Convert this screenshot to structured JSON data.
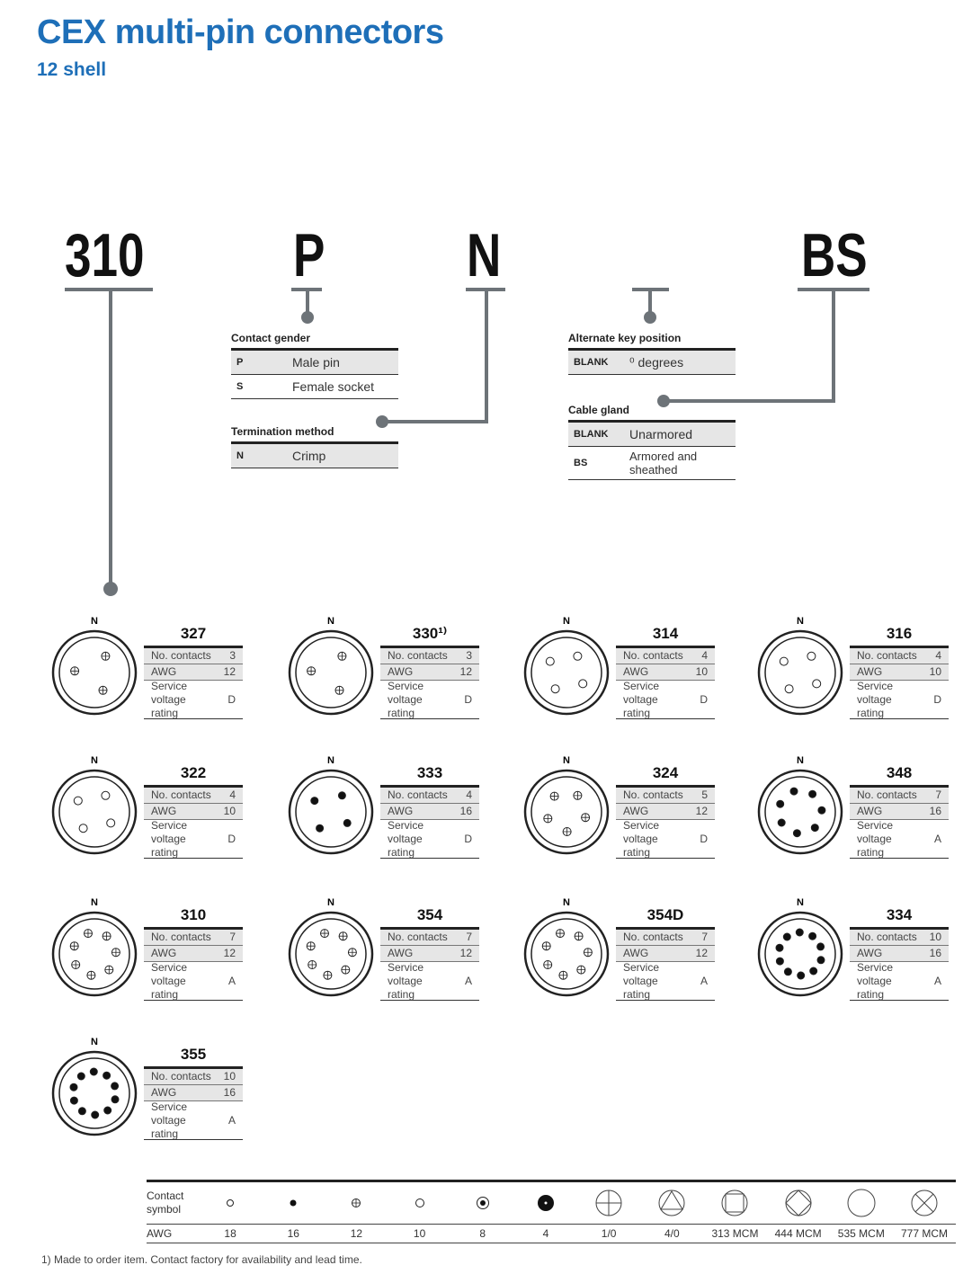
{
  "header": {
    "title": "CEX multi-pin connectors",
    "subtitle": "12 shell"
  },
  "part_code": {
    "series": "310",
    "gender": "P",
    "termination": "N",
    "gland": "BS"
  },
  "options": {
    "contact_gender": {
      "heading": "Contact gender",
      "rows": [
        {
          "code": "P",
          "desc": "Male pin"
        },
        {
          "code": "S",
          "desc": "Female socket"
        }
      ]
    },
    "termination_method": {
      "heading": "Termination method",
      "rows": [
        {
          "code": "N",
          "desc": "Crimp"
        }
      ]
    },
    "alternate_key": {
      "heading": "Alternate key position",
      "rows": [
        {
          "code": "BLANK",
          "desc": "⁰ degrees"
        }
      ]
    },
    "cable_gland": {
      "heading": "Cable gland",
      "rows": [
        {
          "code": "BLANK",
          "desc": "Unarmored"
        },
        {
          "code": "BS",
          "desc": "Armored and sheathed"
        }
      ]
    }
  },
  "spec_labels": {
    "contacts": "No. contacts",
    "awg": "AWG",
    "voltage": "Service voltage rating",
    "key": "N"
  },
  "connectors": [
    {
      "id": "327",
      "contacts": "3",
      "awg": "12",
      "voltage": "D"
    },
    {
      "id": "330¹⁾",
      "contacts": "3",
      "awg": "12",
      "voltage": "D"
    },
    {
      "id": "314",
      "contacts": "4",
      "awg": "10",
      "voltage": "D"
    },
    {
      "id": "316",
      "contacts": "4",
      "awg": "10",
      "voltage": "D"
    },
    {
      "id": "322",
      "contacts": "4",
      "awg": "10",
      "voltage": "D"
    },
    {
      "id": "333",
      "contacts": "4",
      "awg": "16",
      "voltage": "D"
    },
    {
      "id": "324",
      "contacts": "5",
      "awg": "12",
      "voltage": "D"
    },
    {
      "id": "348",
      "contacts": "7",
      "awg": "16",
      "voltage": "A"
    },
    {
      "id": "310",
      "contacts": "7",
      "awg": "12",
      "voltage": "A"
    },
    {
      "id": "354",
      "contacts": "7",
      "awg": "12",
      "voltage": "A"
    },
    {
      "id": "354D",
      "contacts": "7",
      "awg": "12",
      "voltage": "A"
    },
    {
      "id": "334",
      "contacts": "10",
      "awg": "16",
      "voltage": "A"
    },
    {
      "id": "355",
      "contacts": "10",
      "awg": "16",
      "voltage": "A"
    }
  ],
  "legend": {
    "symbol_label": "Contact symbol",
    "awg_label": "AWG",
    "items": [
      {
        "symbol": "small-open-circle",
        "awg": "18"
      },
      {
        "symbol": "small-filled-dot",
        "awg": "16"
      },
      {
        "symbol": "crosshair-circle",
        "awg": "12"
      },
      {
        "symbol": "open-circle",
        "awg": "10"
      },
      {
        "symbol": "dot-in-circle",
        "awg": "8"
      },
      {
        "symbol": "large-filled-dot",
        "awg": "4"
      },
      {
        "symbol": "cross-circle-large",
        "awg": "1/0"
      },
      {
        "symbol": "triangle-circle",
        "awg": "4/0"
      },
      {
        "symbol": "square-circle",
        "awg": "313 MCM"
      },
      {
        "symbol": "diamond-circle",
        "awg": "444 MCM"
      },
      {
        "symbol": "plain-circle",
        "awg": "535 MCM"
      },
      {
        "symbol": "x-circle",
        "awg": "777 MCM"
      }
    ]
  },
  "footnote": "1) Made to order item.  Contact factory for availability and lead time."
}
